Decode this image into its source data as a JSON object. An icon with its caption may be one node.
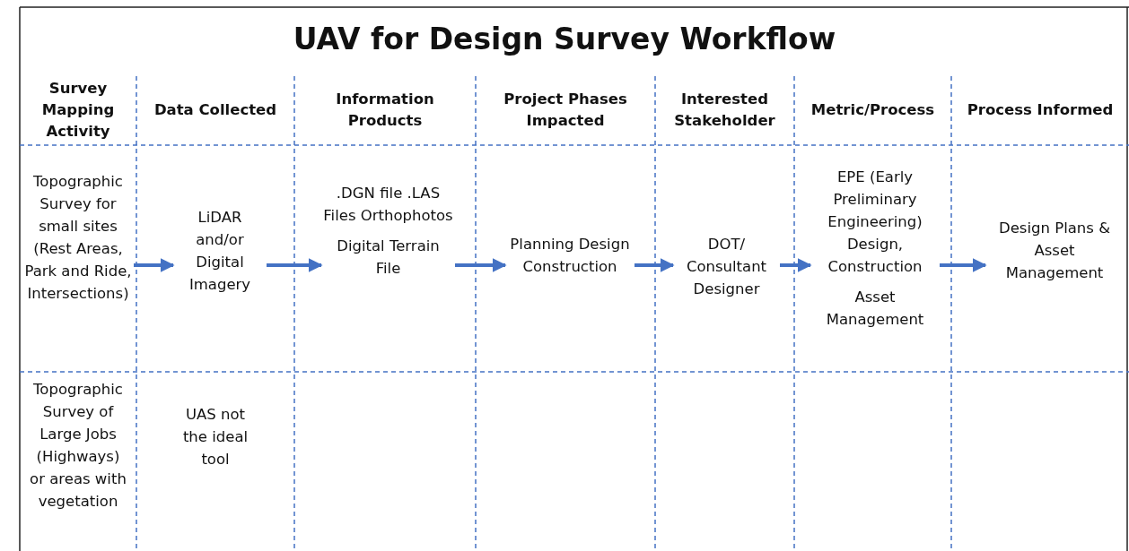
{
  "diagram": {
    "title": "UAV for Design Survey Workflow",
    "nodes": [
      {
        "text": [
          "Topographic Survey for small sites (Rest Areas, Park and Ride, Intersections)"
        ]
      },
      {
        "text": [
          "LiDAR and/or Digital Imagery"
        ]
      },
      {
        "text": [
          ".DGN file .LAS Files Orthophotos",
          "Digital Terrain File"
        ]
      },
      {
        "text": [
          "Planning Design Construction"
        ]
      },
      {
        "text": [
          "DOT/ Consultant Designer"
        ]
      },
      {
        "text": [
          "EPE (Early Preliminary Engineering) Design, Construction",
          "Asset Management"
        ]
      },
      {
        "text": [
          "Design Plans & Asset Management"
        ]
      }
    ],
    "edges": [
      {
        "from": 0,
        "to": 1,
        "arrow": "to"
      },
      {
        "from": 1,
        "to": 2,
        "arrow": "to"
      },
      {
        "from": 2,
        "to": 3,
        "arrow": "to"
      },
      {
        "from": 3,
        "to": 4,
        "arrow": "to"
      },
      {
        "from": 4,
        "to": 5,
        "arrow": "to"
      },
      {
        "from": 5,
        "to": 6,
        "arrow": "to"
      }
    ],
    "labels": [
      "Survey Mapping Activity",
      "Data Collected",
      "Information Products",
      "Project Phases Impacted",
      "Interested Stakeholder",
      "Metric/Process",
      "Process Informed",
      "Topographic Survey of Large Jobs (Highways) or areas with vegetation",
      "UAS not the ideal tool"
    ]
  }
}
